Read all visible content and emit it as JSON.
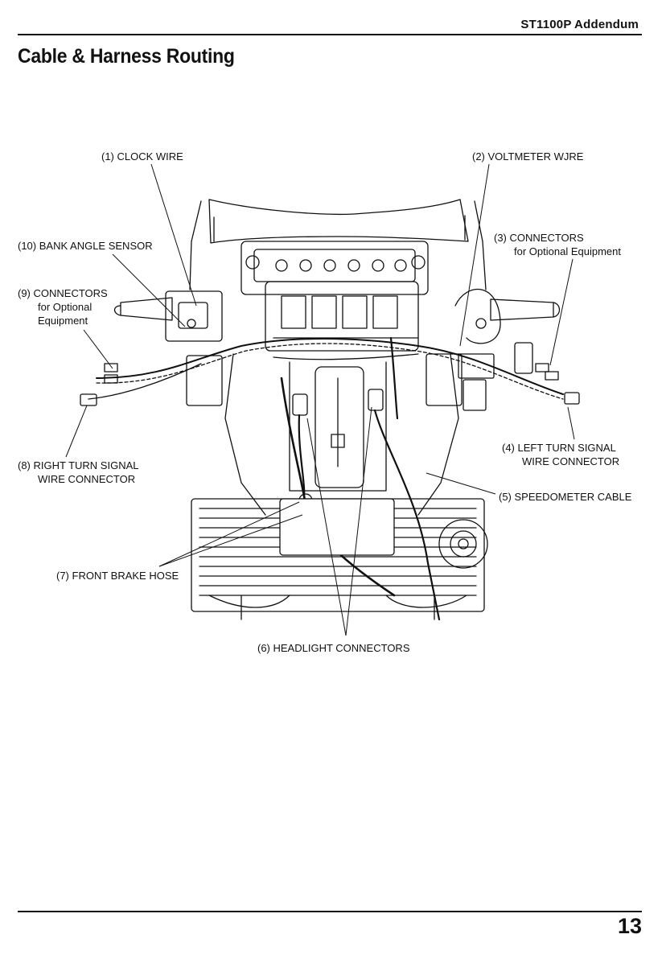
{
  "header": {
    "manual_title": "ST1100P Addendum"
  },
  "page": {
    "title": "Cable & Harness Routing",
    "number": "13"
  },
  "callouts": {
    "c1": {
      "line1": "(1) CLOCK WIRE"
    },
    "c2": {
      "line1": "(2) VOLTMETER WJRE"
    },
    "c3": {
      "line1": "(3) CONNECTORS",
      "line2": "for Optional Equipment"
    },
    "c4": {
      "line1": "(4) LEFT TURN SIGNAL",
      "line2": "WIRE CONNECTOR"
    },
    "c5": {
      "line1": "(5) SPEEDOMETER CABLE"
    },
    "c6": {
      "line1": "(6) HEADLIGHT CONNECTORS"
    },
    "c7": {
      "line1": "(7) FRONT BRAKE HOSE"
    },
    "c8": {
      "line1": "(8) RIGHT TURN SIGNAL",
      "line2": "WIRE CONNECTOR"
    },
    "c9": {
      "line1": "(9) CONNECTORS",
      "line2": "for Optional",
      "line3": "Equipment"
    },
    "c10": {
      "line1": "(10) BANK ANGLE SENSOR"
    }
  }
}
